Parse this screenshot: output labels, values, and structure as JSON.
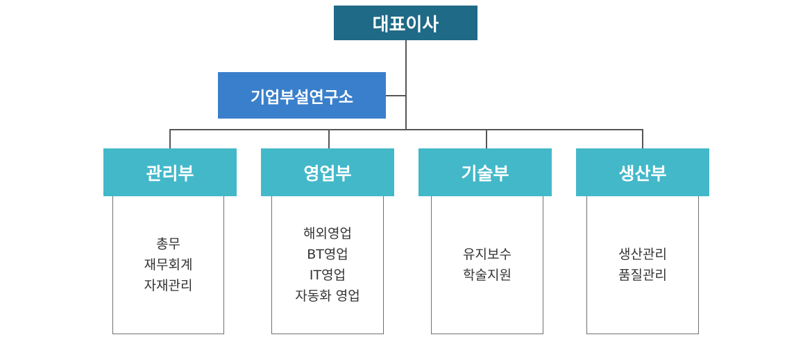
{
  "colors": {
    "ceo": "#1f6a86",
    "lab": "#3a7fcb",
    "dept": "#43b8c9",
    "line": "#555555"
  },
  "ceo": {
    "label": "대표이사"
  },
  "lab": {
    "label": "기업부설연구소"
  },
  "departments": [
    {
      "label": "관리부",
      "items": [
        "총무",
        "재무회계",
        "자재관리"
      ]
    },
    {
      "label": "영업부",
      "items": [
        "해외영업",
        "BT영업",
        "IT영업",
        "자동화 영업"
      ]
    },
    {
      "label": "기술부",
      "items": [
        "유지보수",
        "학술지원"
      ]
    },
    {
      "label": "생산부",
      "items": [
        "생산관리",
        "품질관리"
      ]
    }
  ]
}
